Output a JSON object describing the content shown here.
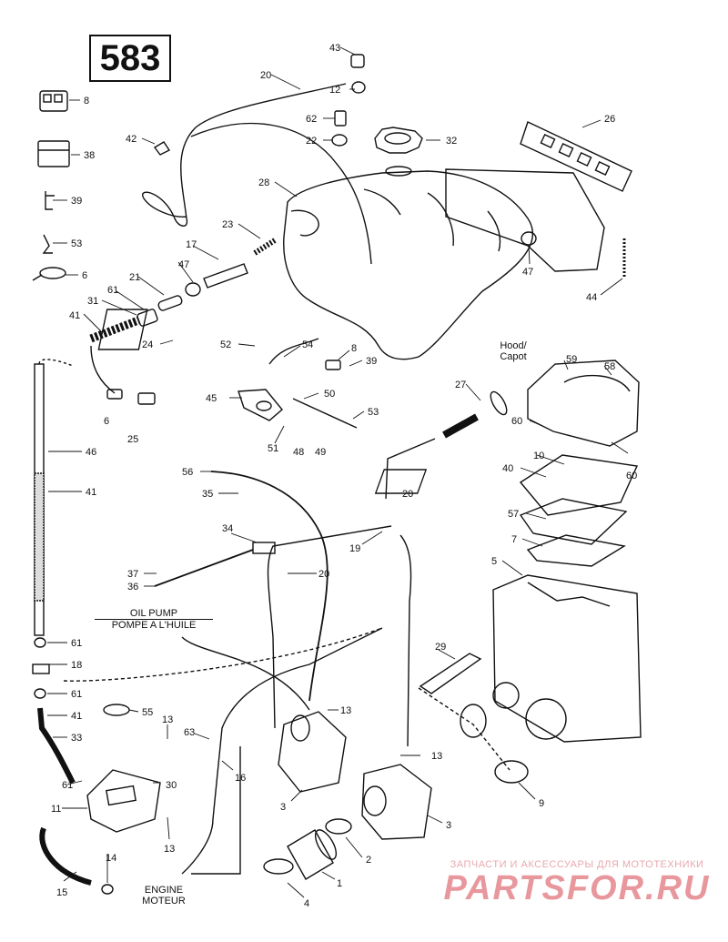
{
  "page_number": "583",
  "notes": {
    "hood_line1": "Hood/",
    "hood_line2": "Capot",
    "oil_line1": "OIL PUMP",
    "oil_line2": "POMPE A L'HUILE",
    "engine_line1": "ENGINE",
    "engine_line2": "MOTEUR"
  },
  "callouts": [
    {
      "n": "8"
    },
    {
      "n": "38"
    },
    {
      "n": "39"
    },
    {
      "n": "53"
    },
    {
      "n": "6"
    },
    {
      "n": "31"
    },
    {
      "n": "41"
    },
    {
      "n": "61"
    },
    {
      "n": "21"
    },
    {
      "n": "47"
    },
    {
      "n": "17"
    },
    {
      "n": "23"
    },
    {
      "n": "24"
    },
    {
      "n": "42"
    },
    {
      "n": "20"
    },
    {
      "n": "43"
    },
    {
      "n": "12"
    },
    {
      "n": "62"
    },
    {
      "n": "22"
    },
    {
      "n": "32"
    },
    {
      "n": "28"
    },
    {
      "n": "26"
    },
    {
      "n": "47"
    },
    {
      "n": "44"
    },
    {
      "n": "52"
    },
    {
      "n": "54"
    },
    {
      "n": "8"
    },
    {
      "n": "39"
    },
    {
      "n": "45"
    },
    {
      "n": "50"
    },
    {
      "n": "53"
    },
    {
      "n": "51"
    },
    {
      "n": "48"
    },
    {
      "n": "49"
    },
    {
      "n": "6"
    },
    {
      "n": "25"
    },
    {
      "n": "27"
    },
    {
      "n": "59"
    },
    {
      "n": "58"
    },
    {
      "n": "60"
    },
    {
      "n": "60"
    },
    {
      "n": "10"
    },
    {
      "n": "40"
    },
    {
      "n": "57"
    },
    {
      "n": "7"
    },
    {
      "n": "5"
    },
    {
      "n": "46"
    },
    {
      "n": "41"
    },
    {
      "n": "56"
    },
    {
      "n": "35"
    },
    {
      "n": "20"
    },
    {
      "n": "34"
    },
    {
      "n": "19"
    },
    {
      "n": "37"
    },
    {
      "n": "36"
    },
    {
      "n": "20"
    },
    {
      "n": "61"
    },
    {
      "n": "18"
    },
    {
      "n": "61"
    },
    {
      "n": "41"
    },
    {
      "n": "55"
    },
    {
      "n": "33"
    },
    {
      "n": "29"
    },
    {
      "n": "13"
    },
    {
      "n": "63"
    },
    {
      "n": "13"
    },
    {
      "n": "13"
    },
    {
      "n": "16"
    },
    {
      "n": "61"
    },
    {
      "n": "30"
    },
    {
      "n": "11"
    },
    {
      "n": "13"
    },
    {
      "n": "3"
    },
    {
      "n": "3"
    },
    {
      "n": "9"
    },
    {
      "n": "2"
    },
    {
      "n": "14"
    },
    {
      "n": "15"
    },
    {
      "n": "1"
    },
    {
      "n": "4"
    }
  ],
  "watermark": {
    "line1": "ЗАПЧАСТИ И АКСЕССУАРЫ ДЛЯ МОТОТЕХНИКИ",
    "logo": "PARTSFOR.RU"
  }
}
